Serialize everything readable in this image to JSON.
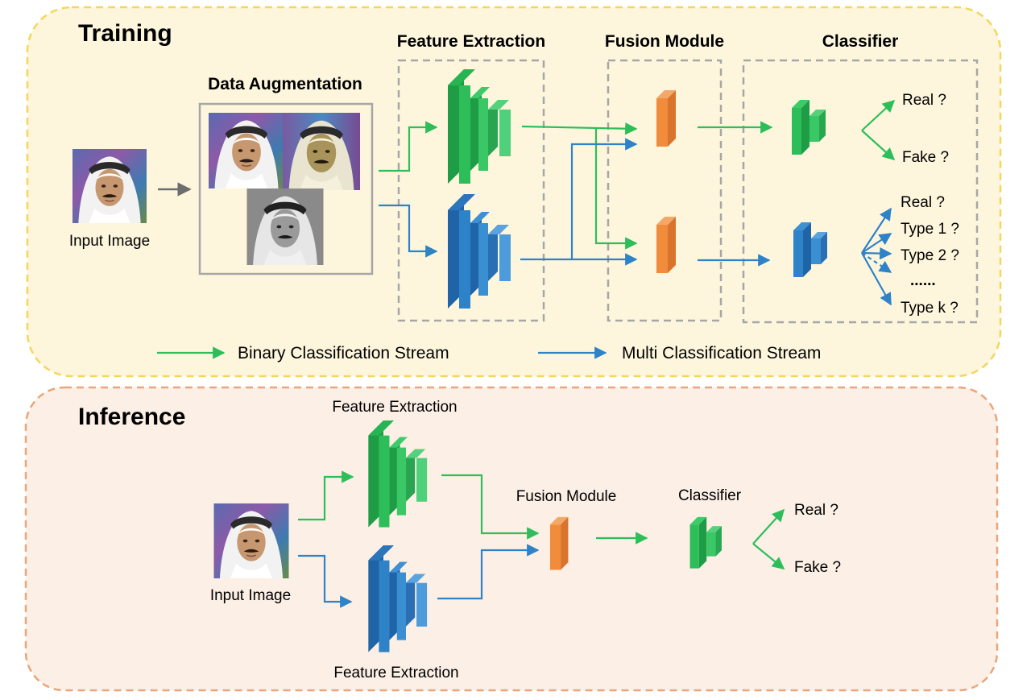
{
  "training": {
    "title": "Training",
    "input_label": "Input Image",
    "data_augmentation": "Data Augmentation",
    "feature_extraction": "Feature Extraction",
    "fusion_module": "Fusion Module",
    "classifier": "Classifier",
    "binary_outputs": [
      "Real ?",
      "Fake ?"
    ],
    "multi_outputs": [
      "Real ?",
      "Type 1 ?",
      "Type 2 ?",
      "......",
      "Type k ?"
    ],
    "legend": {
      "binary": "Binary Classification Stream",
      "multi": "Multi Classification Stream"
    }
  },
  "inference": {
    "title": "Inference",
    "input_label": "Input Image",
    "feature_extraction_top": "Feature Extraction",
    "feature_extraction_bottom": "Feature Extraction",
    "fusion_module": "Fusion Module",
    "classifier": "Classifier",
    "outputs": [
      "Real ?",
      "Fake ?"
    ]
  },
  "colors": {
    "green": "#2dbe5a",
    "blue": "#2e82c8",
    "orange": "#f08c3c",
    "training_bg": "#fdf6dd",
    "training_border": "#f5d65a",
    "inference_bg": "#fbefe6",
    "inference_border": "#eaa57a",
    "gray_arrow": "#6d6d6d",
    "dashed_box": "#a6a6a6"
  },
  "icons": [
    "face-photo",
    "cnn-block-icon",
    "fusion-block-icon",
    "classifier-block-icon"
  ]
}
